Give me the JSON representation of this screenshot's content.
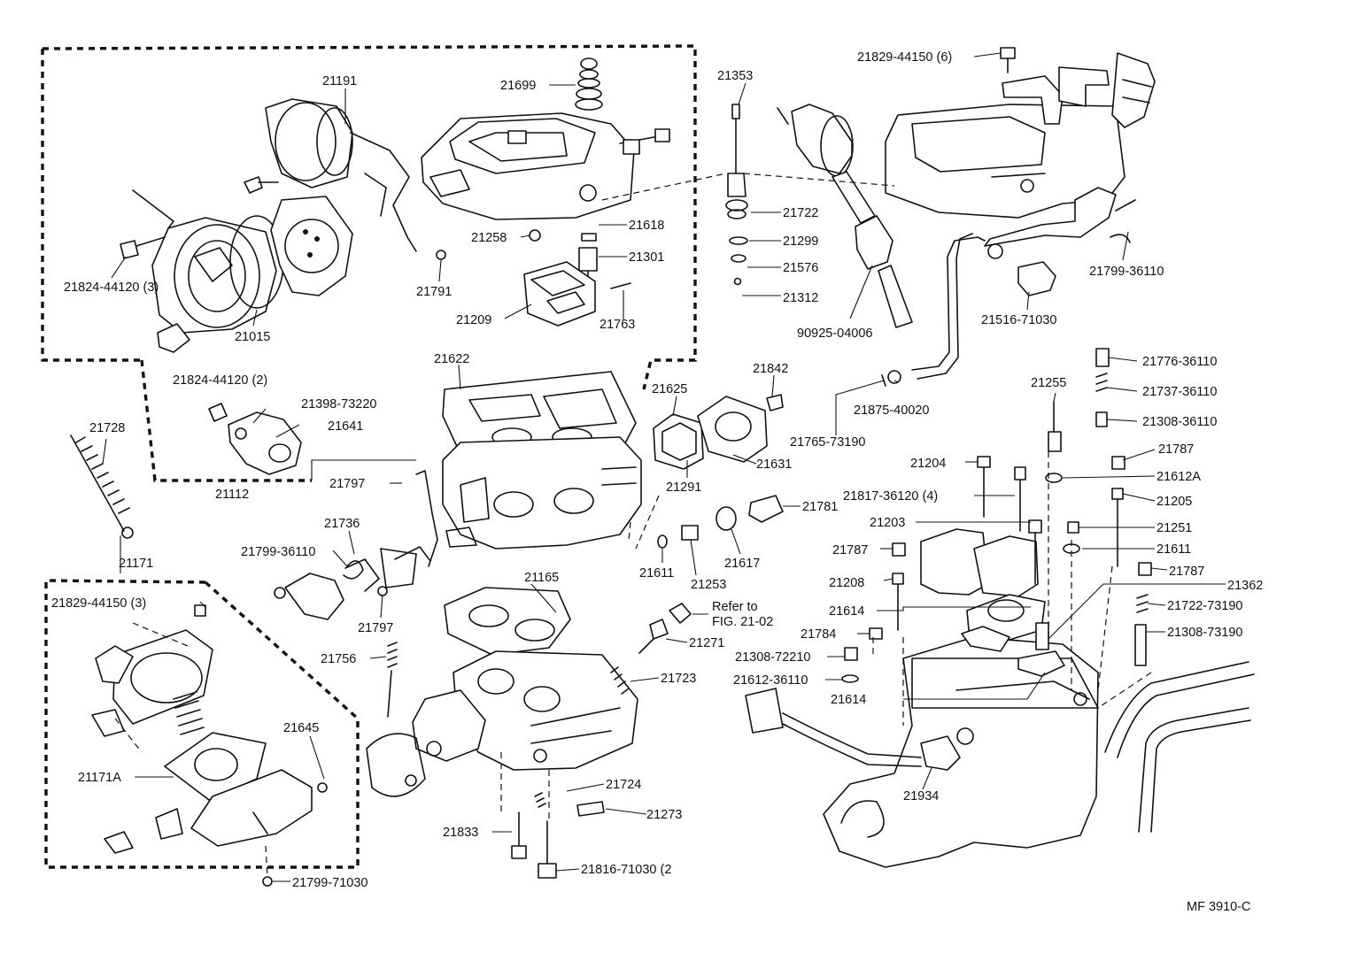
{
  "figure_code": "MF 3910-C",
  "labels": {
    "p21191": "21191",
    "p21699": "21699",
    "p21353": "21353",
    "p21829a": "21829-44150 (6)",
    "p21618": "21618",
    "p21258": "21258",
    "p21301": "21301",
    "p21722": "21722",
    "p21299": "21299",
    "p21576": "21576",
    "p21312": "21312",
    "p90925": "90925-04006",
    "p21799a": "21799-36110",
    "p21516": "21516-71030",
    "p21824a": "21824-44120 (3)",
    "p21015": "21015",
    "p21791": "21791",
    "p21209": "21209",
    "p21763": "21763",
    "p21622": "21622",
    "p21842": "21842",
    "p21625": "21625",
    "p21824b": "21824-44120 (2)",
    "p21398": "21398-73220",
    "p21641": "21641",
    "p21112": "21112",
    "p21728": "21728",
    "p21631": "21631",
    "p21291": "21291",
    "p21875": "21875-40020",
    "p21765": "21765-73190",
    "p21255": "21255",
    "p21776": "21776-36110",
    "p21737": "21737-36110",
    "p21308a": "21308-36110",
    "p21787a": "21787",
    "p21612a": "21612A",
    "p21204": "21204",
    "p21817": "21817-36120 (4)",
    "p21205": "21205",
    "p21797a": "21797",
    "p21781": "21781",
    "p21203": "21203",
    "p21251": "21251",
    "p21736": "21736",
    "p21799b": "21799-36110",
    "p21611a": "21611",
    "p21617": "21617",
    "p21787b": "21787",
    "p21611b": "21611",
    "p21253": "21253",
    "p21787c": "21787",
    "p21171": "21171",
    "p21165": "21165",
    "p21208": "21208",
    "p21362": "21362",
    "p21829b": "21829-44150 (3)",
    "refer1": "Refer to",
    "refer2": "FIG. 21-02",
    "p21614a": "21614",
    "p21722b": "21722-73190",
    "p21797b": "21797",
    "p21271": "21271",
    "p21784": "21784",
    "p21308b": "21308-73190",
    "p21308c": "21308-72210",
    "p21756": "21756",
    "p21723": "21723",
    "p21612b": "21612-36110",
    "p21614b": "21614",
    "p21645": "21645",
    "p21171a": "21171A",
    "p21934": "21934",
    "p21724": "21724",
    "p21273": "21273",
    "p21833": "21833",
    "p21816": "21816-71030 (2",
    "p21799c": "21799-71030"
  }
}
